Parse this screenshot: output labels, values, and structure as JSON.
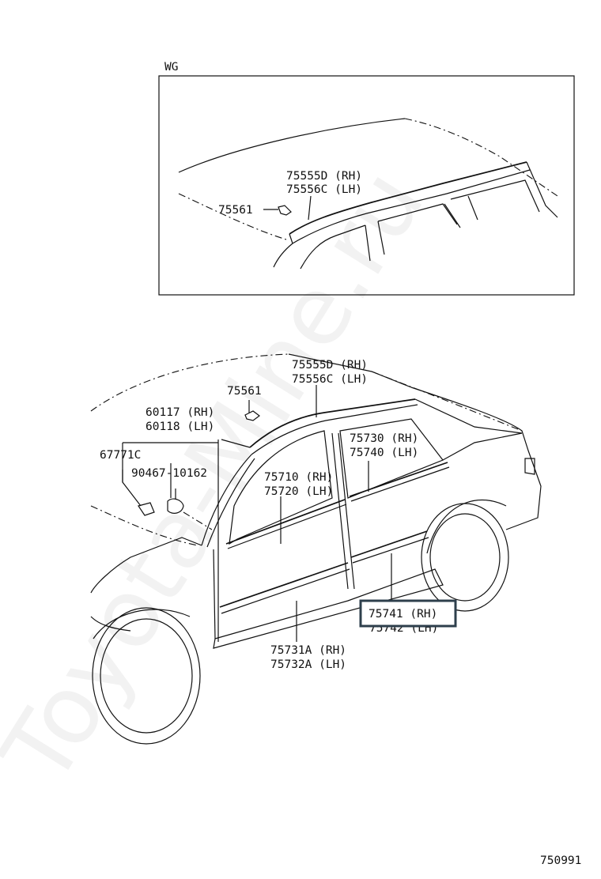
{
  "inset": {
    "title": "WG",
    "labels": {
      "roof_molding_rh": "75555D (RH)",
      "roof_molding_lh": "75556C (LH)",
      "clip": "75561"
    }
  },
  "main": {
    "labels": {
      "roof_molding_rh": "75555D (RH)",
      "roof_molding_lh": "75556C (LH)",
      "clip": "75561",
      "pillar_rh": "60117 (RH)",
      "pillar_lh": "60118 (LH)",
      "clip_a": "67771C",
      "screw": "90467-10162",
      "rear_belt_rh": "75730 (RH)",
      "rear_belt_lh": "75740 (LH)",
      "front_belt_rh": "75710 (RH)",
      "front_belt_lh": "75720 (LH)",
      "rear_side_rh": "75741 (RH)",
      "rear_side_lh": "75742 (LH)",
      "front_side_rh": "75731A (RH)",
      "front_side_lh": "75732A (LH)"
    },
    "highlight_color": "#2e3f4c"
  },
  "diagram_code": "750991",
  "watermark": "Toyota-Mine.ru"
}
